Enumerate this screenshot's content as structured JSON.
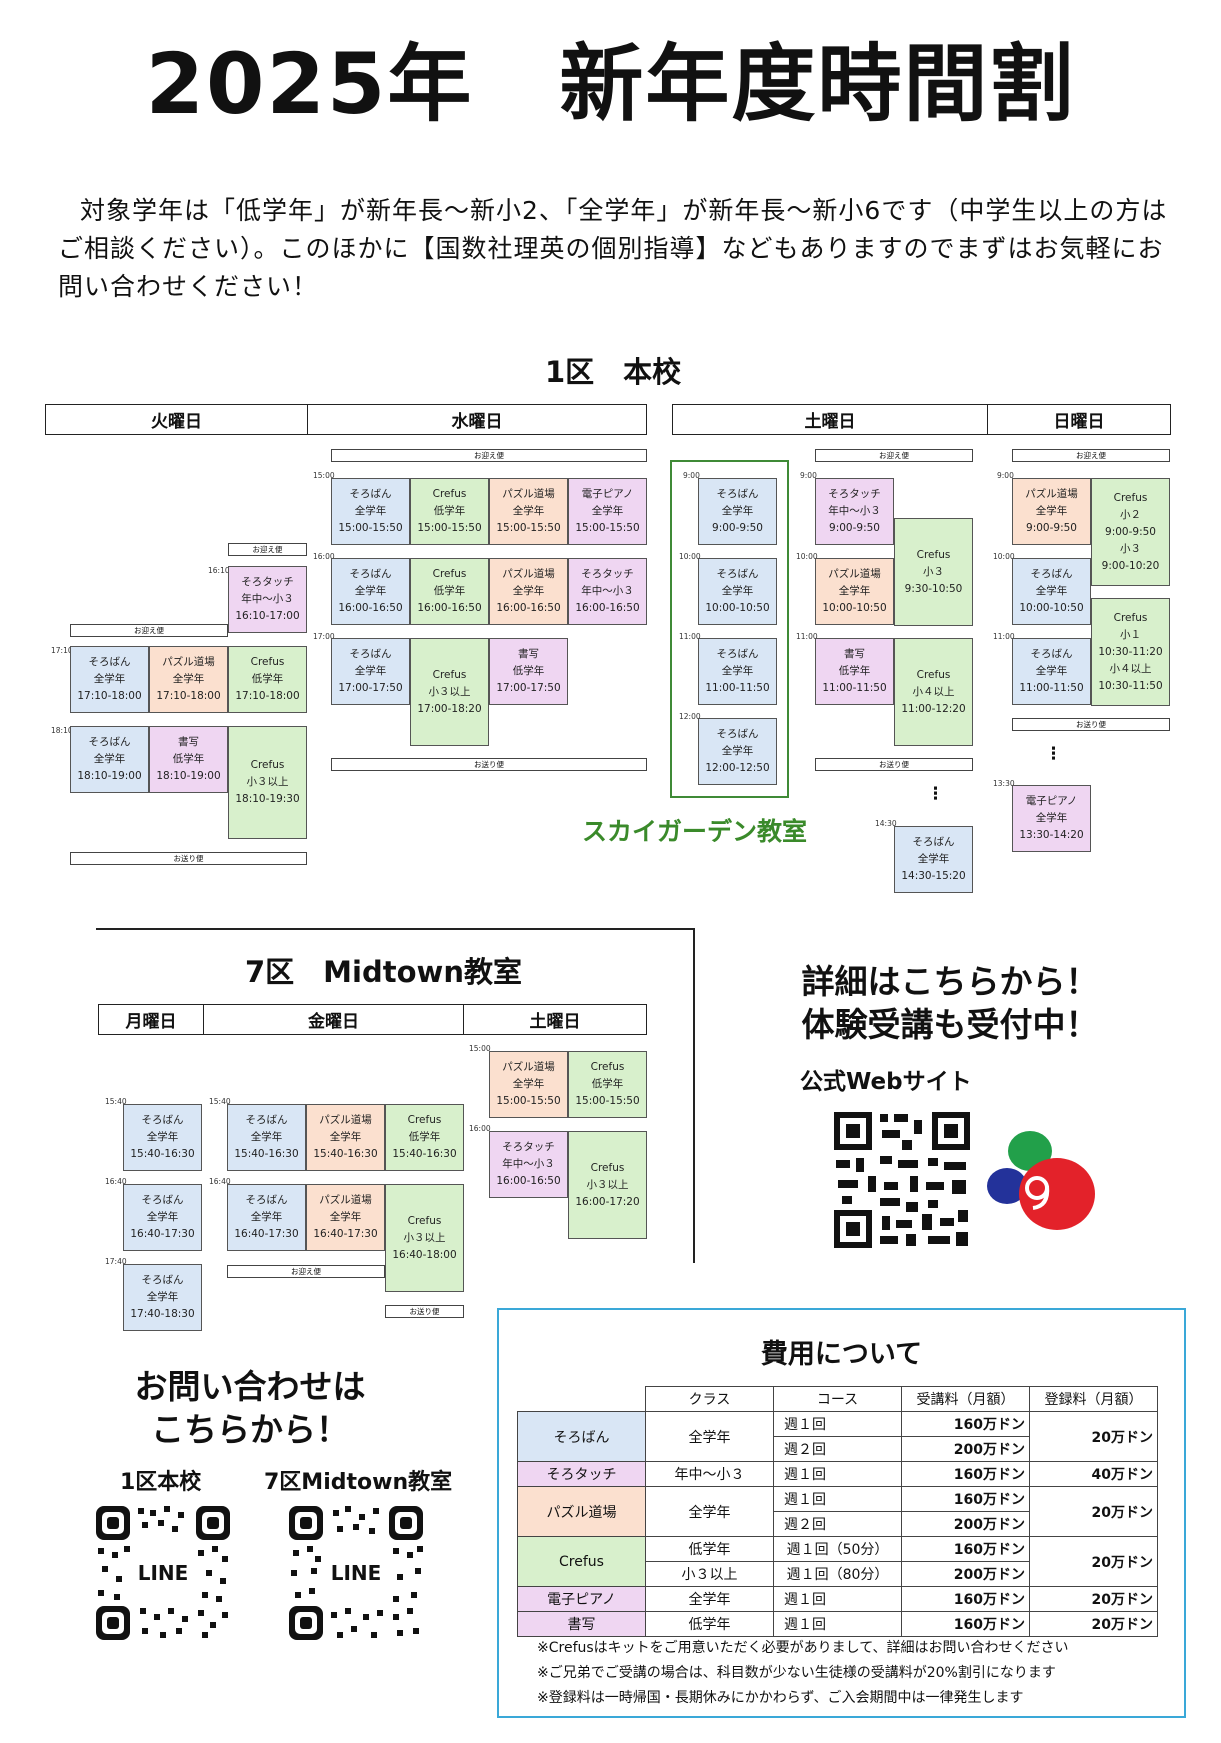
{
  "title": "2025年　新年度時間割",
  "intro": "対象学年は「低学年」が新年長〜新小2、「全学年」が新年長〜新小6です（中学生以上の方はご相談ください）。このほかに【国数社理英の個別指導】などもありますのでまずはお気軽にお問い合わせください！",
  "ku1": {
    "title": "1区　本校",
    "days": {
      "tue": "火曜日",
      "wed": "水曜日",
      "sat": "土曜日",
      "sun": "日曜日"
    },
    "pickup": "お迎え便",
    "dropoff": "お送り便",
    "sky": "スカイガーデン教室",
    "times": [
      "15:00",
      "16:00",
      "16:10",
      "17:00",
      "17:10",
      "18:10",
      "9:00",
      "10:00",
      "11:00",
      "12:00",
      "9:00",
      "10:00",
      "11:00",
      "14:30",
      "9:00",
      "10:00",
      "11:00",
      "13:30"
    ],
    "tue": [
      [
        "そろタッチ",
        "年中〜小３",
        "16:10-17:00"
      ],
      [
        "そろばん",
        "全学年",
        "17:10-18:00"
      ],
      [
        "パズル道場",
        "全学年",
        "17:10-18:00"
      ],
      [
        "Crefus",
        "低学年",
        "17:10-18:00"
      ],
      [
        "そろばん",
        "全学年",
        "18:10-19:00"
      ],
      [
        "書写",
        "低学年",
        "18:10-19:00"
      ],
      [
        "Crefus",
        "小３以上",
        "18:10-19:30"
      ]
    ],
    "wed": [
      [
        "そろばん",
        "全学年",
        "15:00-15:50"
      ],
      [
        "Crefus",
        "低学年",
        "15:00-15:50"
      ],
      [
        "パズル道場",
        "全学年",
        "15:00-15:50"
      ],
      [
        "電子ピアノ",
        "全学年",
        "15:00-15:50"
      ],
      [
        "そろばん",
        "全学年",
        "16:00-16:50"
      ],
      [
        "Crefus",
        "低学年",
        "16:00-16:50"
      ],
      [
        "パズル道場",
        "全学年",
        "16:00-16:50"
      ],
      [
        "そろタッチ",
        "年中〜小３",
        "16:00-16:50"
      ],
      [
        "そろばん",
        "全学年",
        "17:00-17:50"
      ],
      [
        "Crefus",
        "小３以上",
        "17:00-18:20"
      ],
      [
        "書写",
        "低学年",
        "17:00-17:50"
      ]
    ],
    "sky_boxes": [
      [
        "そろばん",
        "全学年",
        "9:00-9:50"
      ],
      [
        "そろばん",
        "全学年",
        "10:00-10:50"
      ],
      [
        "そろばん",
        "全学年",
        "11:00-11:50"
      ],
      [
        "そろばん",
        "全学年",
        "12:00-12:50"
      ]
    ],
    "sat": [
      [
        "そろタッチ",
        "年中〜小３",
        "9:00-9:50"
      ],
      [
        "Crefus",
        "小３",
        "9:30-10:50"
      ],
      [
        "パズル道場",
        "全学年",
        "10:00-10:50"
      ],
      [
        "書写",
        "低学年",
        "11:00-11:50"
      ],
      [
        "Crefus",
        "小４以上",
        "11:00-12:20"
      ],
      [
        "そろばん",
        "全学年",
        "14:30-15:20"
      ]
    ],
    "sun": [
      [
        "パズル道場",
        "全学年",
        "9:00-9:50"
      ],
      [
        "Crefus",
        "小２",
        "9:00-9:50",
        "小３",
        "9:00-10:20"
      ],
      [
        "そろばん",
        "全学年",
        "10:00-10:50"
      ],
      [
        "Crefus",
        "小１",
        "10:30-11:20",
        "小４以上",
        "10:30-11:50"
      ],
      [
        "そろばん",
        "全学年",
        "11:00-11:50"
      ],
      [
        "電子ピアノ",
        "全学年",
        "13:30-14:20"
      ]
    ]
  },
  "ku7": {
    "title": "7区　Midtown教室",
    "days": {
      "mon": "月曜日",
      "fri": "金曜日",
      "sat": "土曜日"
    },
    "times": [
      "15:40",
      "16:40",
      "17:40",
      "15:40",
      "16:40",
      "15:00",
      "16:00"
    ],
    "mon": [
      [
        "そろばん",
        "全学年",
        "15:40-16:30"
      ],
      [
        "そろばん",
        "全学年",
        "16:40-17:30"
      ],
      [
        "そろばん",
        "全学年",
        "17:40-18:30"
      ]
    ],
    "fri": [
      [
        "そろばん",
        "全学年",
        "15:40-16:30"
      ],
      [
        "パズル道場",
        "全学年",
        "15:40-16:30"
      ],
      [
        "Crefus",
        "低学年",
        "15:40-16:30"
      ],
      [
        "そろばん",
        "全学年",
        "16:40-17:30"
      ],
      [
        "パズル道場",
        "全学年",
        "16:40-17:30"
      ],
      [
        "Crefus",
        "小３以上",
        "16:40-18:00"
      ]
    ],
    "sat": [
      [
        "パズル道場",
        "全学年",
        "15:00-15:50"
      ],
      [
        "Crefus",
        "低学年",
        "15:00-15:50"
      ],
      [
        "そろタッチ",
        "年中〜小３",
        "16:00-16:50"
      ],
      [
        "Crefus",
        "小３以上",
        "16:00-17:20"
      ]
    ]
  },
  "detail": {
    "line1": "詳細はこちらから！",
    "line2": "体験受講も受付中！",
    "web": "公式Webサイト"
  },
  "contact": {
    "line1": "お問い合わせは",
    "line2": "こちらから！",
    "school1": "1区本校",
    "school2": "7区Midtown教室",
    "line_word": "LINE"
  },
  "fees": {
    "title": "費用について",
    "headers": [
      "クラス",
      "コース",
      "受講料（月額）",
      "登録料（月額）"
    ],
    "rows": {
      "soroban": "そろばん",
      "sorotouch": "そろタッチ",
      "puzzle": "パズル道場",
      "crefus": "Crefus",
      "piano": "電子ピアノ",
      "shosha": "書写",
      "all": "全学年",
      "nenchu": "年中〜小３",
      "low": "低学年",
      "sho3": "小３以上",
      "w1": "週１回",
      "w2": "週２回",
      "w1_50": "週１回（50分）",
      "w1_80": "週１回（80分）",
      "p160": "160万ドン",
      "p200": "200万ドン",
      "p20": "20万ドン",
      "p40": "40万ドン"
    },
    "notes": [
      "※Crefusはキットをご用意いただく必要がありまして、詳細はお問い合わせください",
      "※ご兄弟でご受講の場合は、科目数が少ない生徒様の受講料が20%割引になります",
      "※登録料は一時帰国・長期休みにかかわらず、ご入会期間中は一律発生します"
    ]
  },
  "colors": {
    "blue": "#d9e6f5",
    "orange": "#fbe0cf",
    "green": "#d8f0cc",
    "pink": "#efd6f2",
    "sky_green": "#3a8a2a",
    "fee_border": "#3aa8d8"
  }
}
